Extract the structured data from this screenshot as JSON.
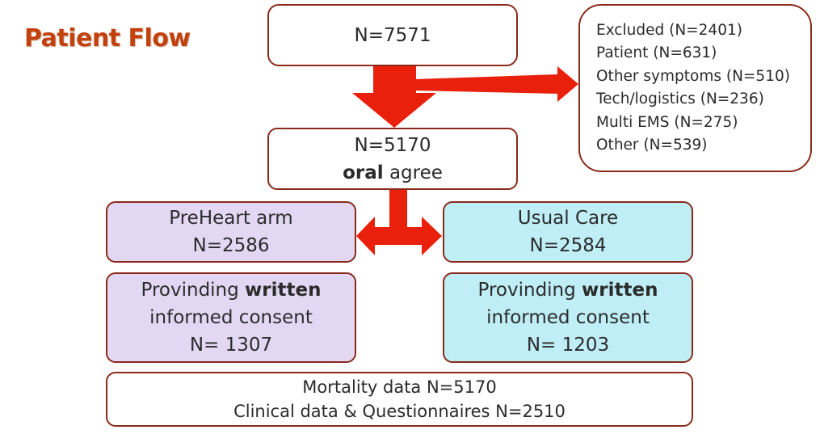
{
  "title": "Patient Flow",
  "top_box": {
    "text": "N=7571"
  },
  "excluded_box": {
    "lines": [
      "Excluded (N=2401)",
      "Patient (N=631)",
      "Other symptoms (N=510)",
      "Tech/logistics (N=236)",
      "Multi EMS (N=275)",
      "Other (N=539)"
    ]
  },
  "middle_box": {
    "line1": "N=5170",
    "bold": "oral",
    "rest": " agree"
  },
  "preheart_box": {
    "line1": "PreHeart arm",
    "line2": "N=2586"
  },
  "usual_box": {
    "line1": "Usual Care",
    "line2": "N=2584"
  },
  "preheart_consent": {
    "line1_prefix": "Provinding ",
    "line1_bold": "written",
    "line2": "informed consent",
    "line3": "N= 1307"
  },
  "usual_consent": {
    "line1_prefix": "Provinding ",
    "line1_bold": "written",
    "line2": "informed consent",
    "line3": "N= 1203"
  },
  "bottom_box": {
    "line1": "Mortality data N=5170",
    "line2": "Clinical data & Questionnaires N=2510"
  },
  "colors": {
    "arrow": "#e8200c",
    "border": "#8a2a1a",
    "title": "#c2410c",
    "purple_fill": "#e3d8f4",
    "cyan_fill": "#bfeef6"
  }
}
